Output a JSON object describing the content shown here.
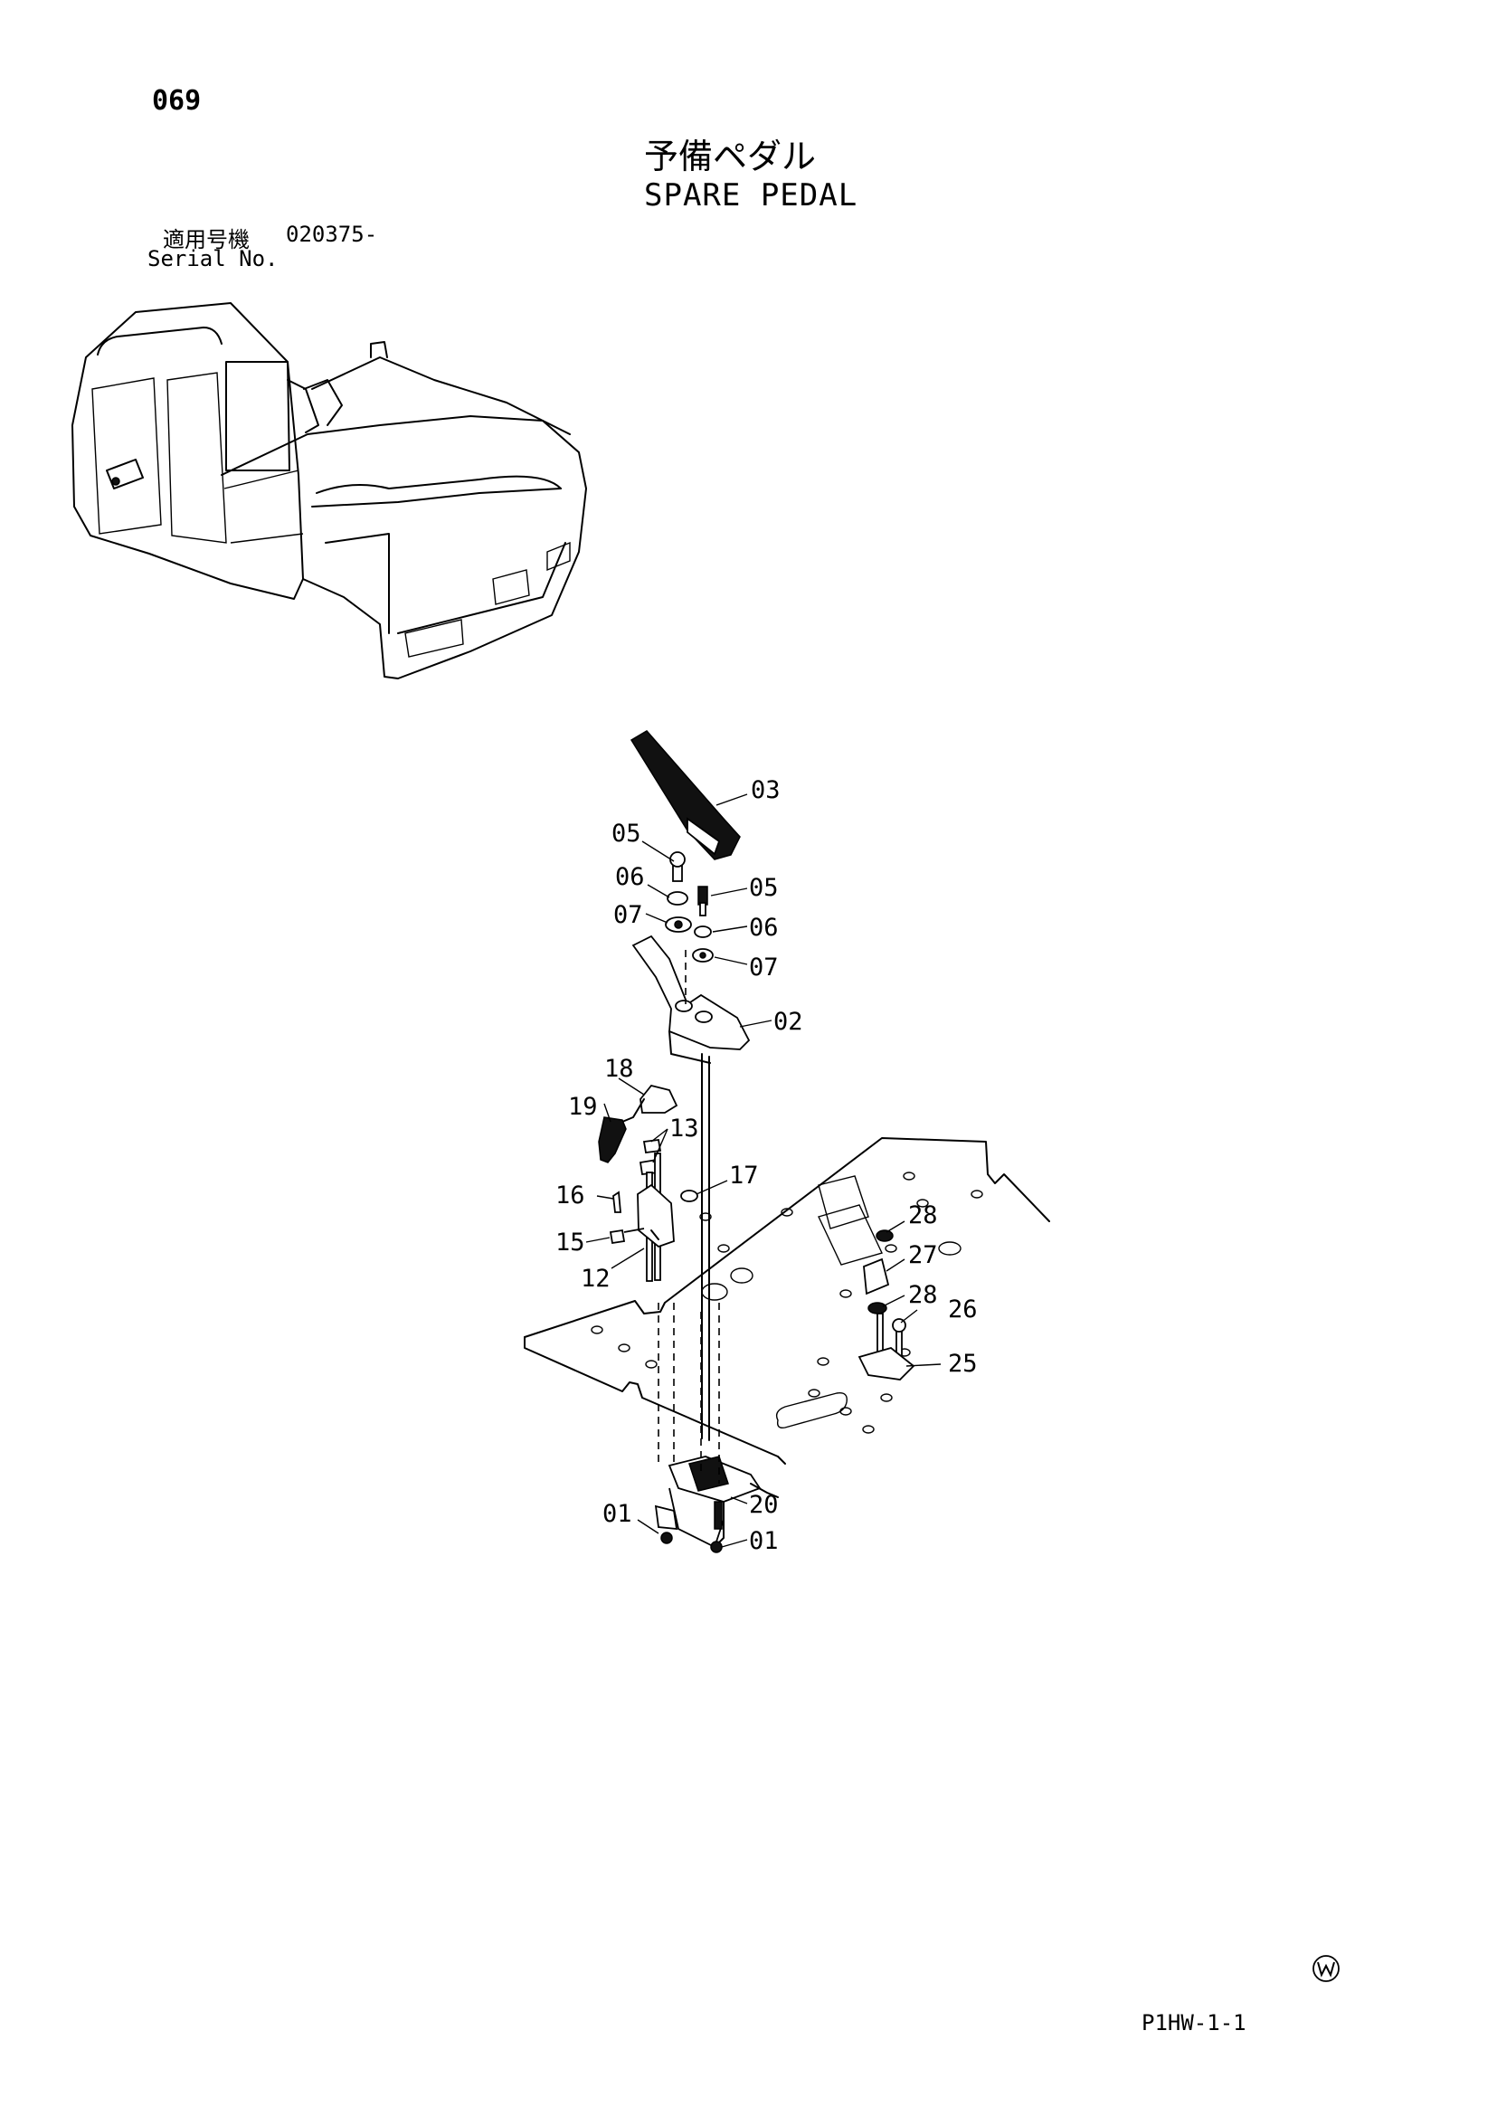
{
  "header": {
    "page_number": "069",
    "title_jp": "予備ペダル",
    "title_en": "SPARE PEDAL"
  },
  "serial": {
    "label_jp": "適用号機",
    "number": "020375-",
    "label_en": "Serial No."
  },
  "callouts": {
    "c01a": "01",
    "c01b": "01",
    "c02": "02",
    "c03": "03",
    "c05a": "05",
    "c05b": "05",
    "c06a": "06",
    "c06b": "06",
    "c07a": "07",
    "c07b": "07",
    "c12": "12",
    "c13": "13",
    "c15": "15",
    "c16": "16",
    "c17": "17",
    "c18": "18",
    "c19": "19",
    "c20": "20",
    "c25": "25",
    "c26": "26",
    "c27": "27",
    "c28a": "28",
    "c28b": "28"
  },
  "footer": {
    "watermark_symbol": "Ⓦ",
    "code": "P1HW-1-1"
  }
}
